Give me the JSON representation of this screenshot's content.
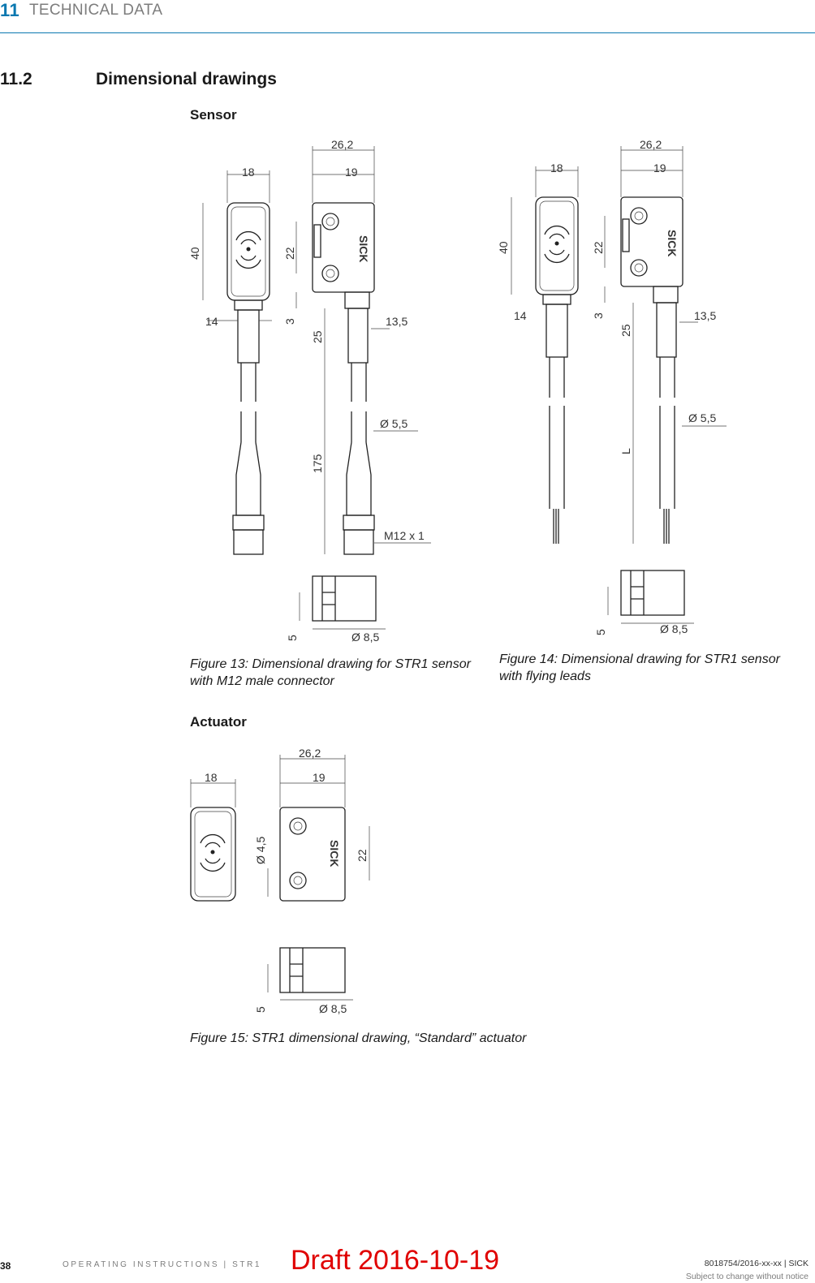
{
  "header": {
    "chapter_number": "11",
    "chapter_title": "TECHNICAL DATA"
  },
  "section": {
    "number": "11.2",
    "title": "Dimensional drawings"
  },
  "sensor_heading": "Sensor",
  "actuator_heading": "Actuator",
  "figures": {
    "fig13": {
      "caption_line1": "Figure 13: Dimensional drawing for STR1 sensor",
      "caption_line2": "with M12 male connector",
      "dims": {
        "width_total": "26,2",
        "front_width": "18",
        "side_width": "19",
        "height": "40",
        "hole_spacing": "22",
        "offset": "3",
        "cable_gland": "14",
        "cable_gland_side": "13,5",
        "gland_length": "25",
        "cable_length": "175",
        "cable_dia": "Ø 5,5",
        "connector": "M12 x 1",
        "bottom_height": "5",
        "hole_dia": "Ø 8,5"
      }
    },
    "fig14": {
      "caption_line1": "Figure 14: Dimensional drawing for STR1 sensor",
      "caption_line2": "with flying leads",
      "dims": {
        "width_total": "26,2",
        "front_width": "18",
        "side_width": "19",
        "height": "40",
        "hole_spacing": "22",
        "offset": "3",
        "cable_gland": "14",
        "cable_gland_side": "13,5",
        "gland_length": "25",
        "cable_length": "L",
        "cable_dia": "Ø 5,5",
        "bottom_height": "5",
        "hole_dia": "Ø 8,5"
      }
    },
    "fig15": {
      "caption": "Figure 15: STR1 dimensional drawing, “Standard” actuator",
      "dims": {
        "width_total": "26,2",
        "front_width": "18",
        "side_width": "19",
        "hole_dia_small": "Ø 4,5",
        "hole_spacing": "22",
        "bottom_height": "5",
        "hole_dia": "Ø 8,5"
      }
    },
    "logo_text": "SICK"
  },
  "footer": {
    "page_number": "38",
    "doc_title": "OPERATING INSTRUCTIONS | STR1",
    "doc_id": "8018754/2016-xx-xx | SICK",
    "notice": "Subject to change without notice",
    "draft": "Draft 2016-10-19"
  }
}
